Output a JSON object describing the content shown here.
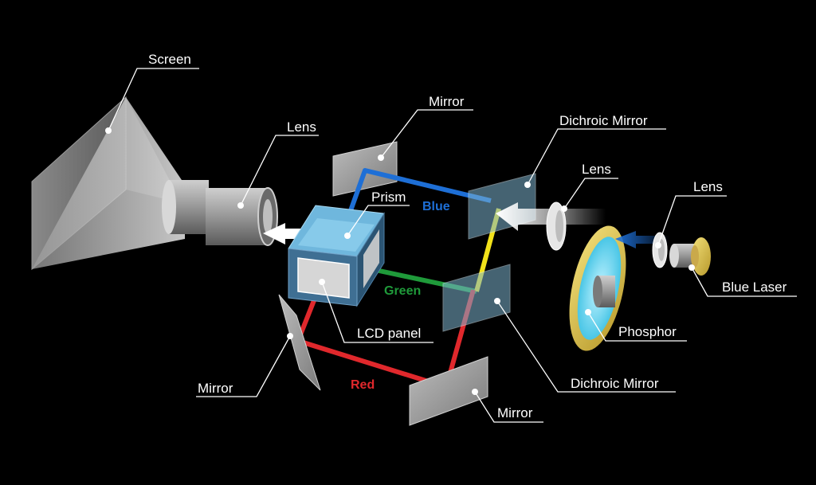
{
  "labels": {
    "screen": "Screen",
    "lens_main": "Lens",
    "mirror_top": "Mirror",
    "dichroic_top": "Dichroic Mirror",
    "lens_mid": "Lens",
    "lens_right": "Lens",
    "prism": "Prism",
    "blue_laser": "Blue Laser",
    "phosphor": "Phosphor",
    "lcd_panel": "LCD panel",
    "mirror_left": "Mirror",
    "dichroic_bottom": "Dichroic Mirror",
    "mirror_bottom": "Mirror"
  },
  "beams": {
    "blue": "Blue",
    "green": "Green",
    "red": "Red"
  },
  "colors": {
    "blue_beam": "#1e6fd6",
    "green_beam": "#1f9a3a",
    "red_beam": "#e0282c",
    "yellow_beam": "#f2e21a",
    "background": "#000000"
  }
}
